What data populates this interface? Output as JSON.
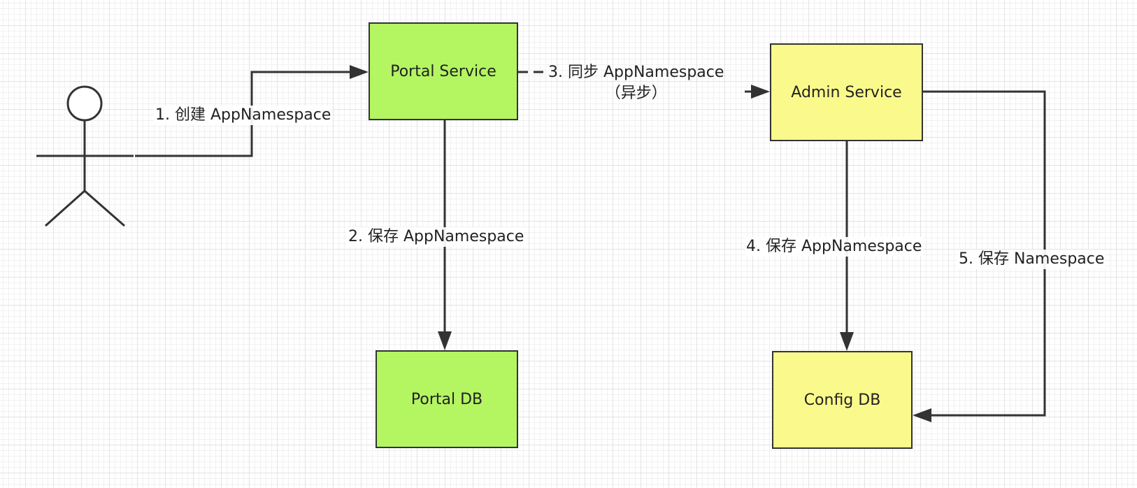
{
  "nodes": {
    "portal_service": "Portal Service",
    "portal_db": "Portal DB",
    "admin_service": "Admin Service",
    "config_db": "Config DB"
  },
  "edges": {
    "create": "1. 创建 AppNamespace",
    "save_portal": "2. 保存 AppNamespace",
    "sync_line1": "3. 同步 AppNamespace",
    "sync_line2": "（异步）",
    "save_config_appns": "4. 保存 AppNamespace",
    "save_config_ns": "5. 保存 Namespace"
  },
  "colors": {
    "portal_fill": "#b4f562",
    "admin_fill": "#fafa8c",
    "stroke": "#333333"
  },
  "icons": {
    "actor": "stick-figure-user-icon"
  }
}
